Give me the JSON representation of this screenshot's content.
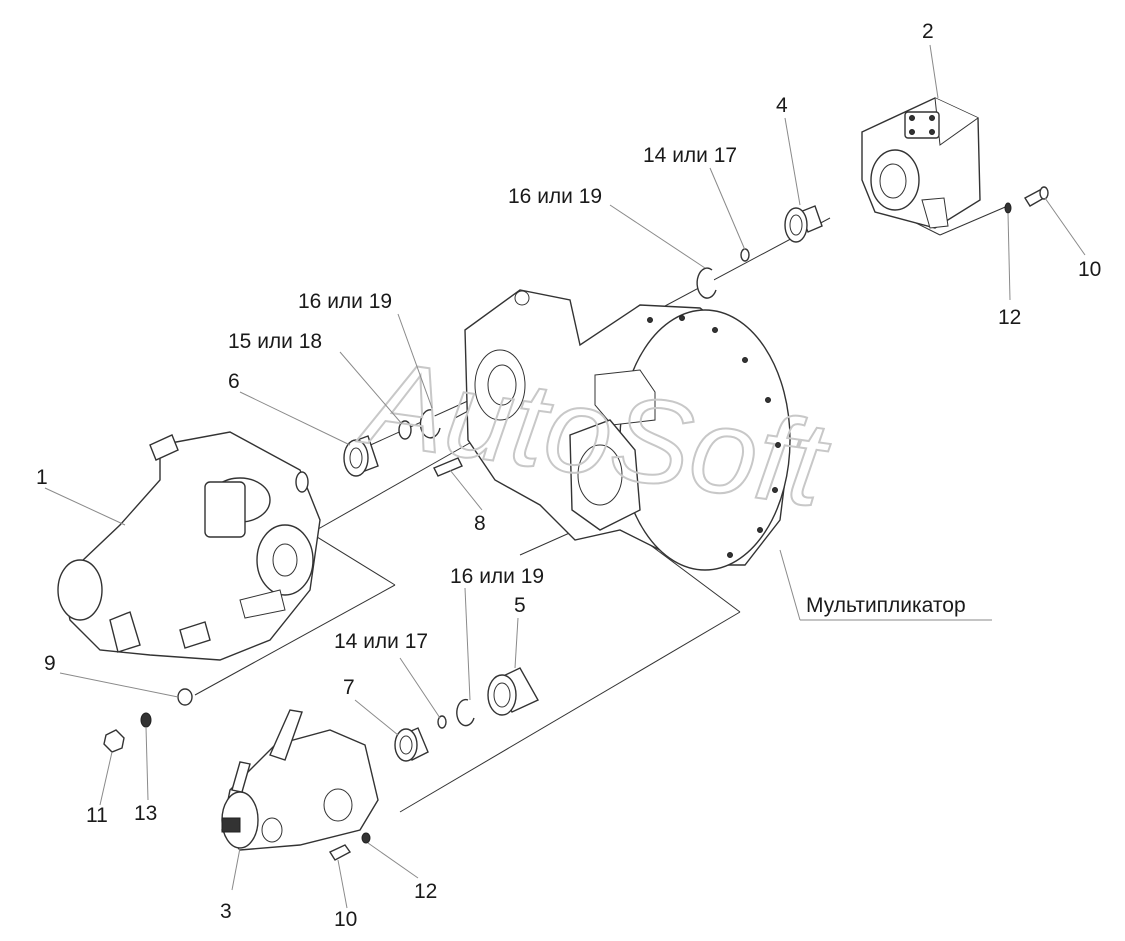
{
  "watermark": "AutoSoft",
  "labels": {
    "l1": "1",
    "l2": "2",
    "l3": "3",
    "l4": "4",
    "l5": "5",
    "l6": "6",
    "l7": "7",
    "l8": "8",
    "l9": "9",
    "l10a": "10",
    "l10b": "10",
    "l11": "11",
    "l12a": "12",
    "l12b": "12",
    "l13": "13",
    "l14a": "14 или 17",
    "l14b": "14 или 17",
    "l15": "15 или 18",
    "l16a": "16 или 19",
    "l16b": "16 или 19",
    "l16c": "16 или 19",
    "multiplier": "Мультипликатор"
  }
}
